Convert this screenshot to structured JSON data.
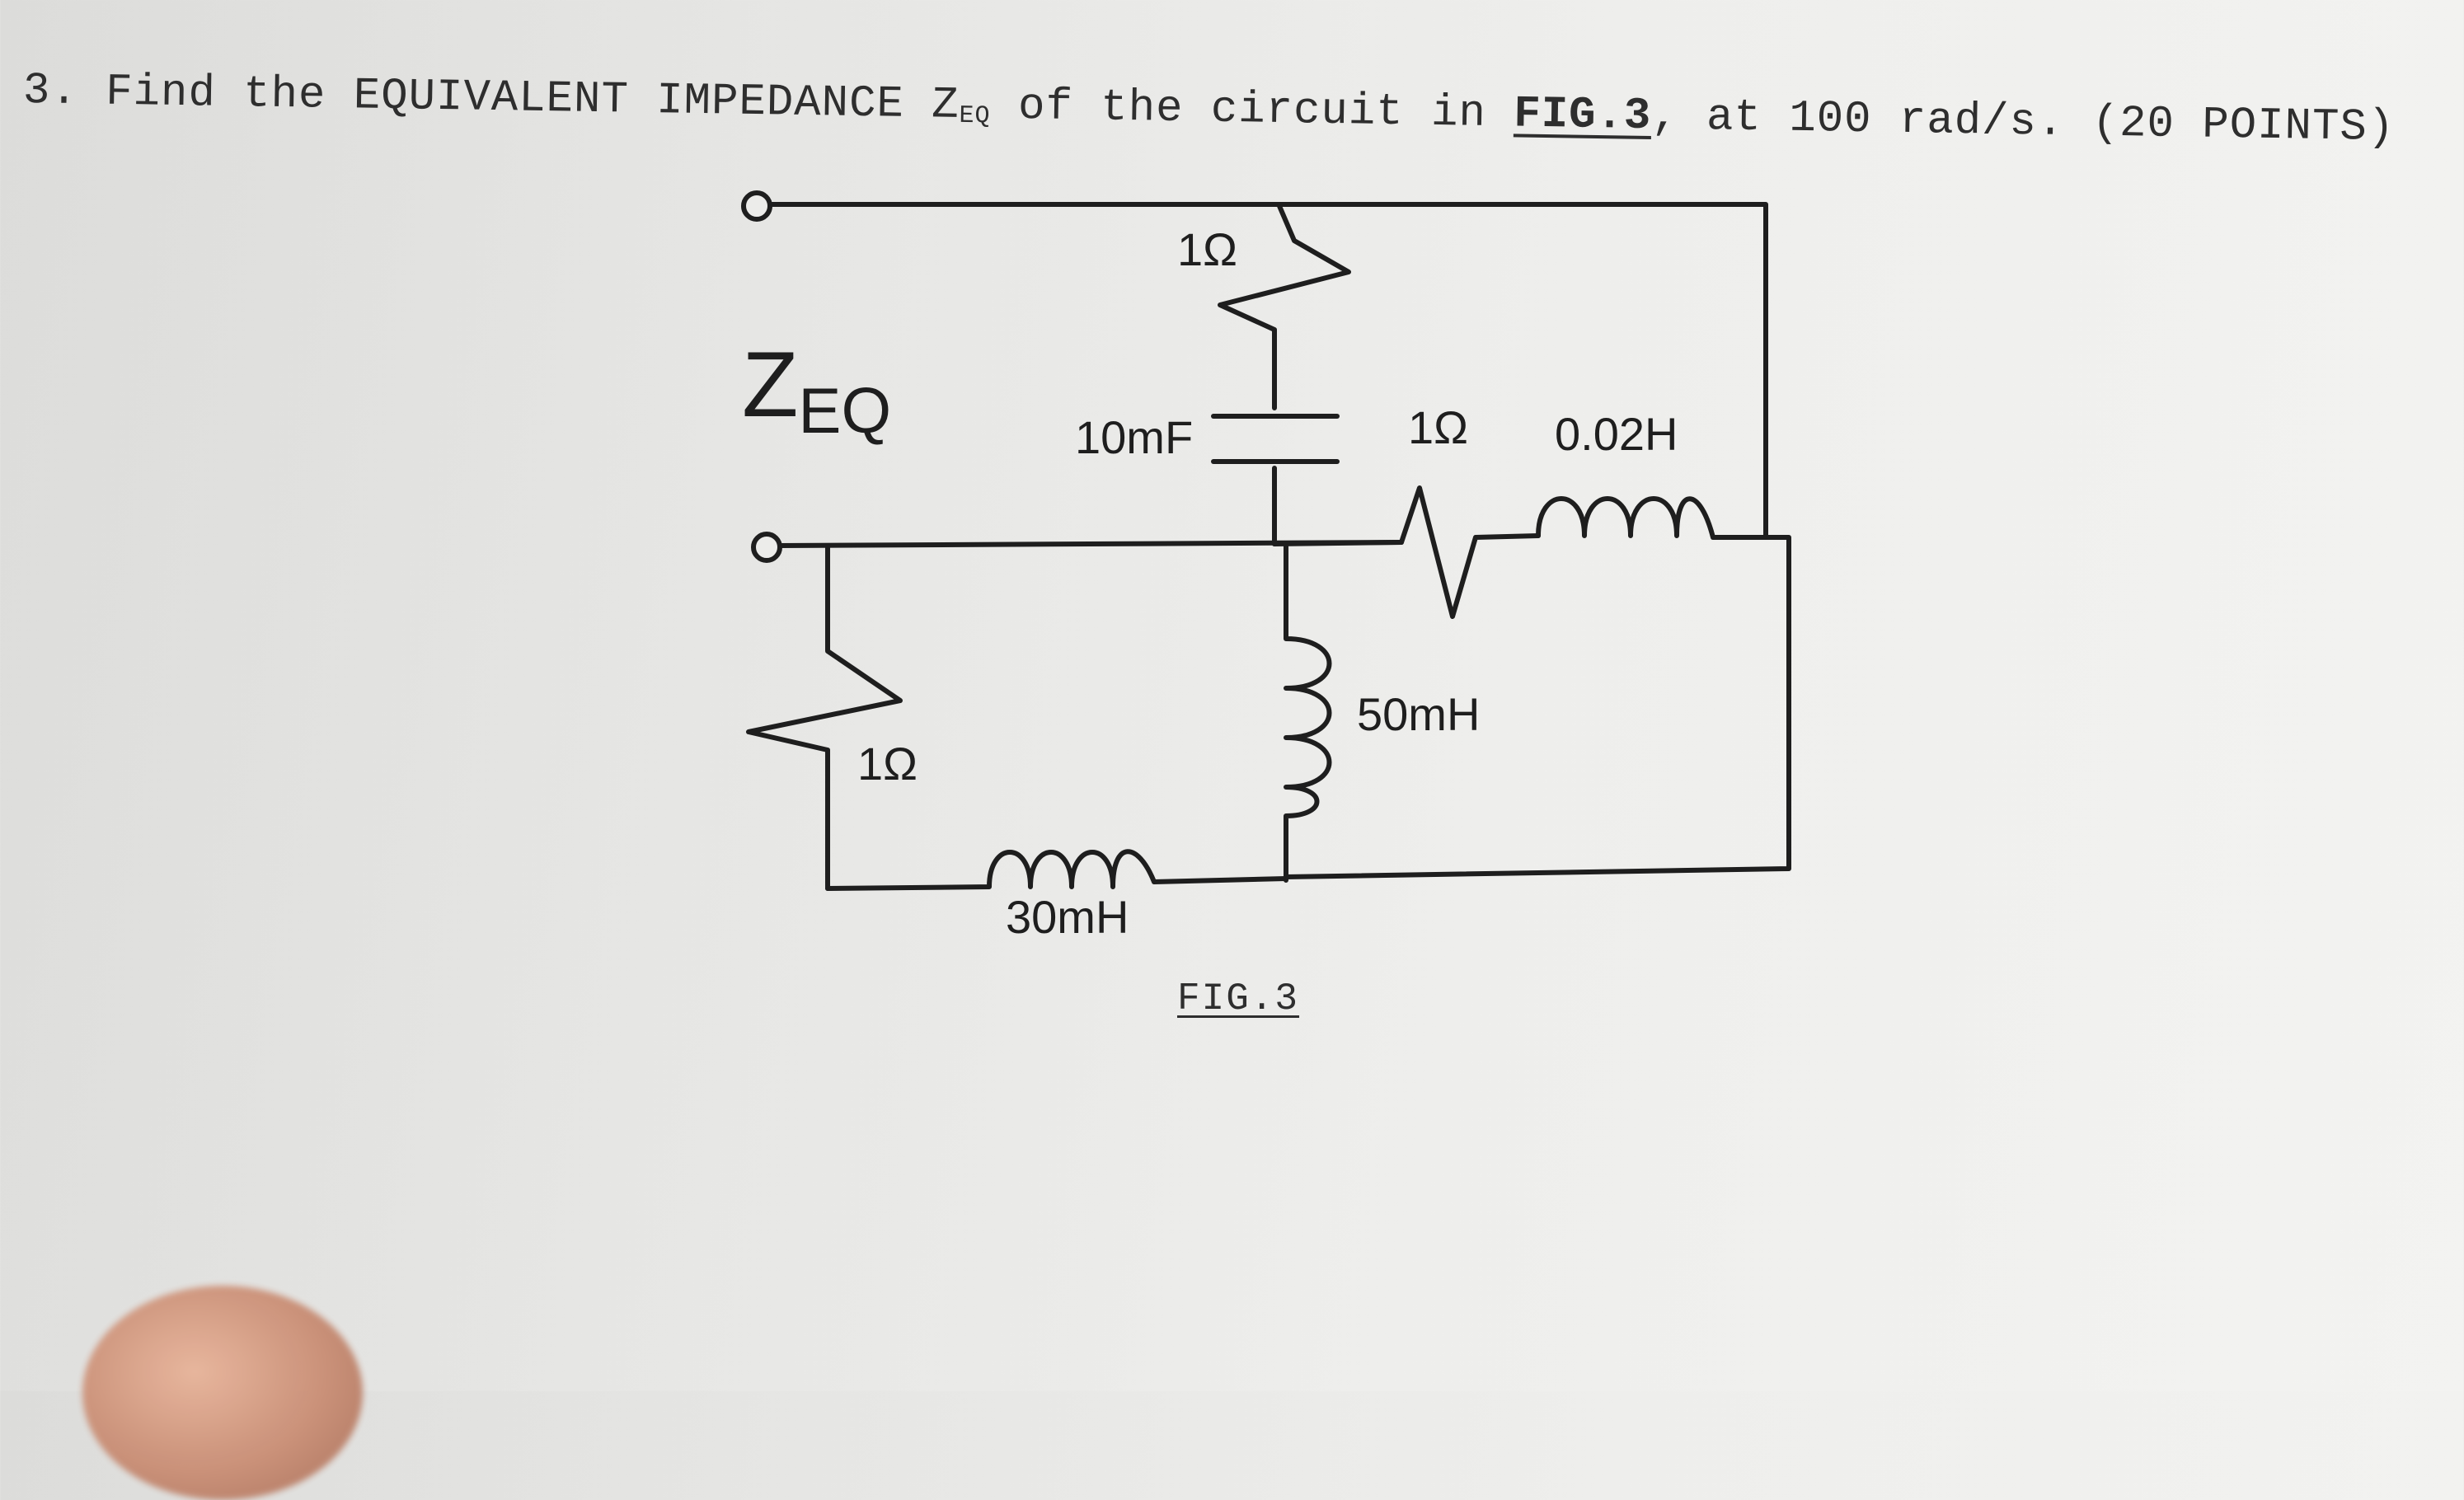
{
  "question": {
    "prefix": "3. Find the EQUIVALENT IMPEDANCE Z",
    "sub": "EQ",
    "middle": " of the circuit in ",
    "figref": "FIG.3",
    "suffix": ", at 100 rad/s. (20 POINTS)"
  },
  "diagram": {
    "zeq_main": "Z",
    "zeq_sub": "EQ",
    "labels": {
      "r_top": "1Ω",
      "cap": "10mF",
      "r_mid": "1Ω",
      "ind_right": "0.02H",
      "ind_center": "50mH",
      "r_left": "1Ω",
      "ind_bottom": "30mH"
    },
    "caption": "FIG.3"
  }
}
